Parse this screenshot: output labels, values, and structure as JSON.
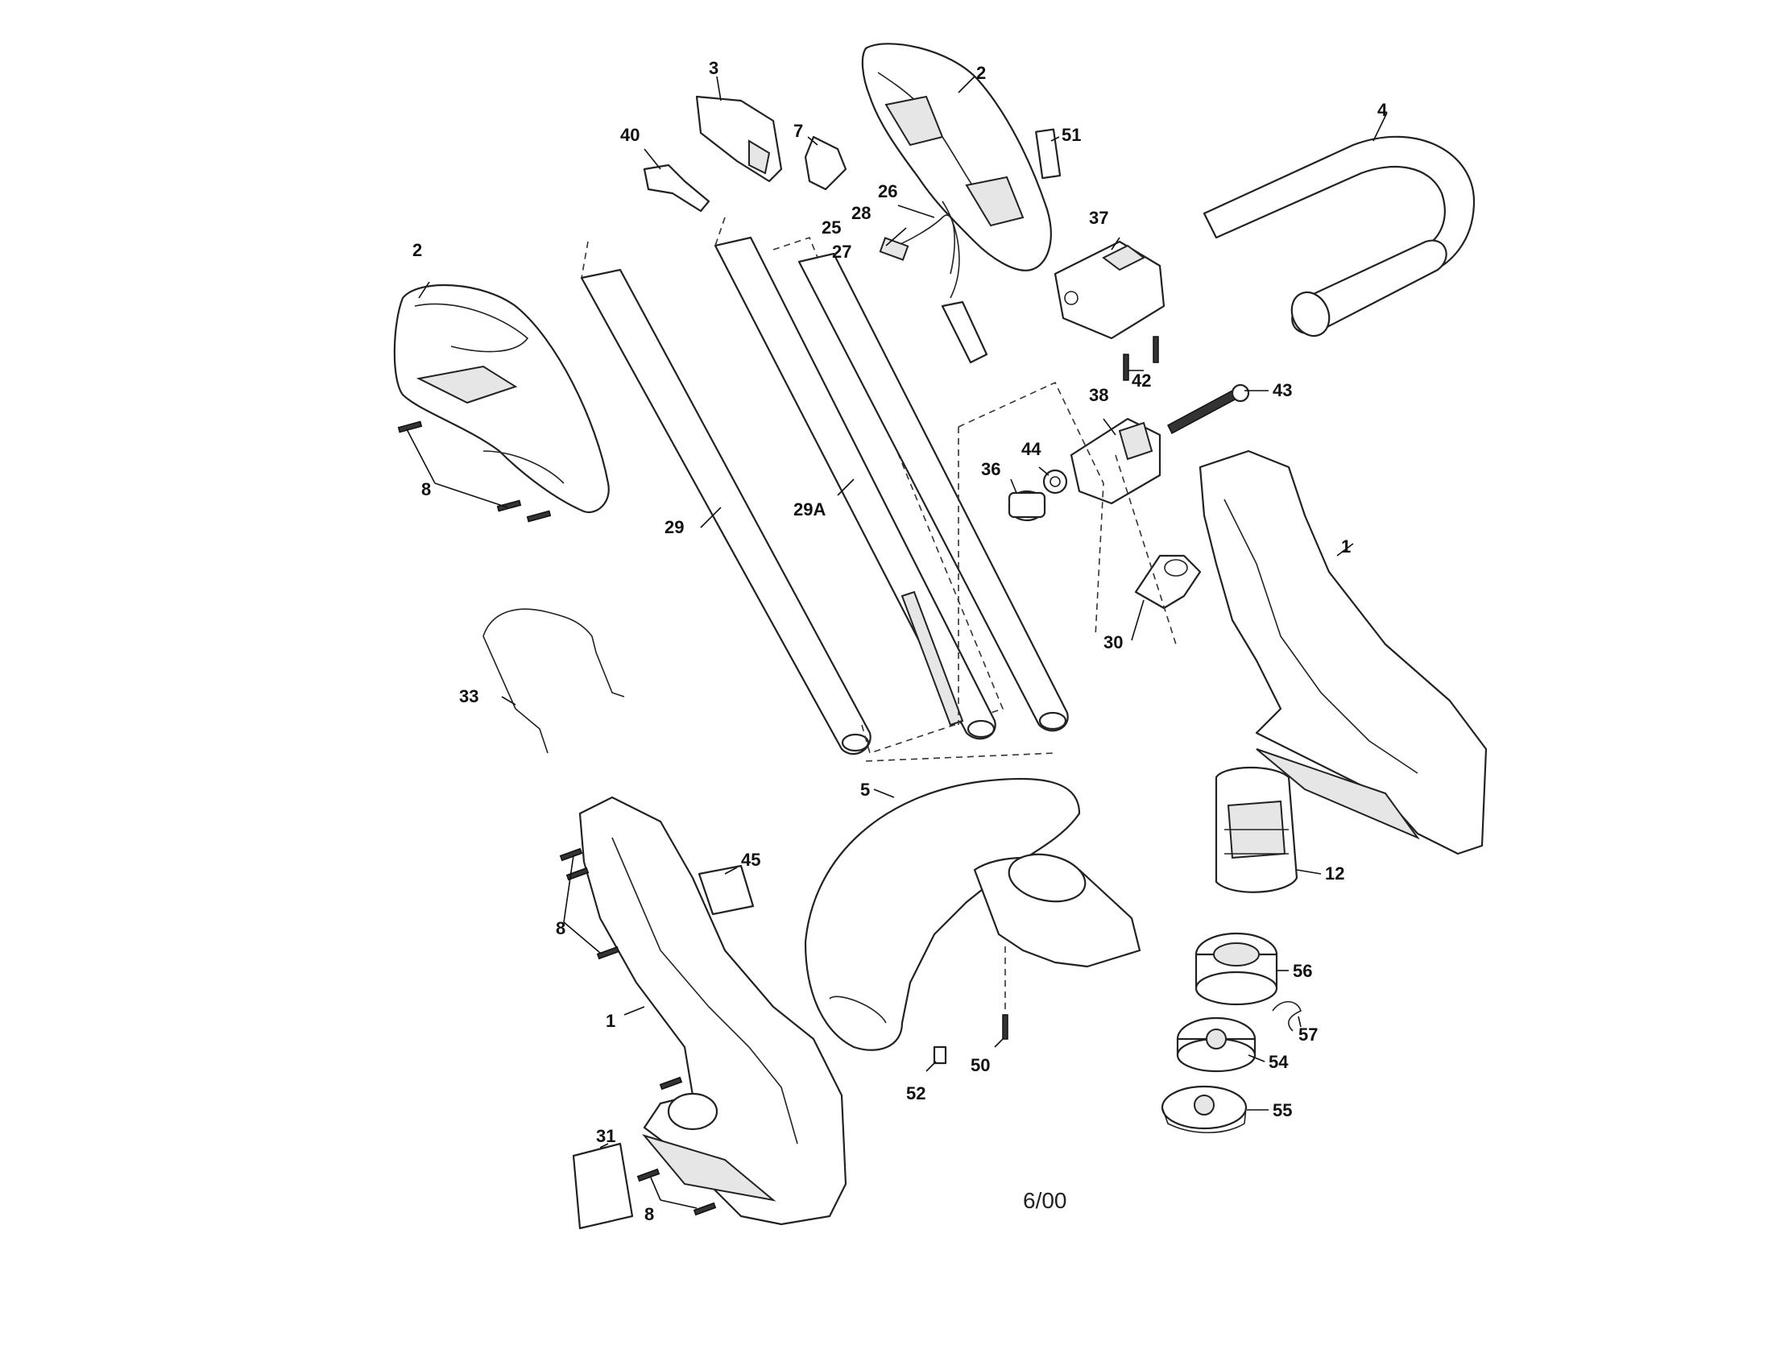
{
  "callouts": {
    "c1a": "1",
    "c1b": "1",
    "c2a": "2",
    "c2b": "2",
    "c3": "3",
    "c4": "4",
    "c5": "5",
    "c7": "7",
    "c8a": "8",
    "c8b": "8",
    "c8c": "8",
    "c12": "12",
    "c25": "25",
    "c26": "26",
    "c27": "27",
    "c28": "28",
    "c29": "29",
    "c29a": "29A",
    "c30": "30",
    "c31": "31",
    "c33": "33",
    "c36": "36",
    "c37": "37",
    "c38": "38",
    "c40": "40",
    "c42": "42",
    "c43": "43",
    "c44": "44",
    "c45": "45",
    "c50": "50",
    "c51": "51",
    "c52": "52",
    "c54": "54",
    "c55": "55",
    "c56": "56",
    "c57": "57"
  },
  "footer": {
    "date_code": "6/00"
  }
}
